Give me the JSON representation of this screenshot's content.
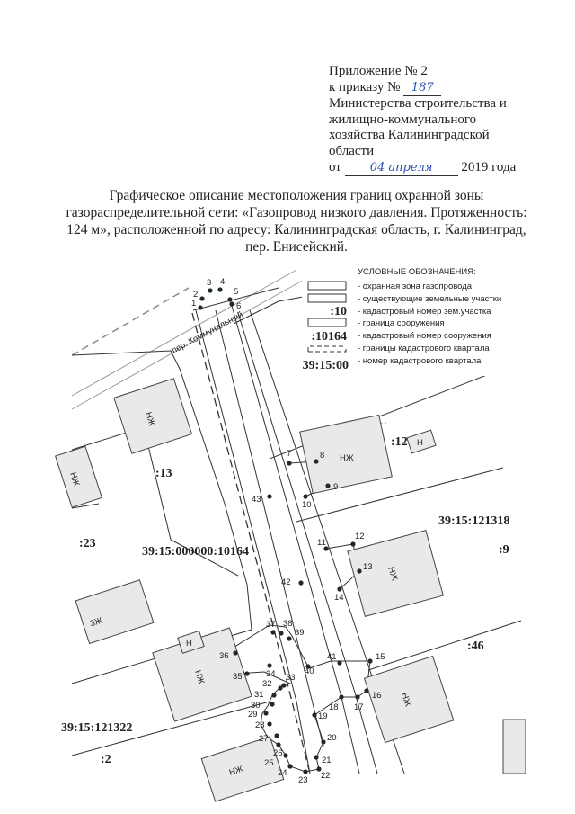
{
  "header": {
    "line1": "Приложение № 2",
    "line2_prefix": "к приказу №",
    "order_number": "187",
    "line3": "Министерства строительства и",
    "line4": "жилищно-коммунального",
    "line5": "хозяйства Калининградской",
    "line6": "области",
    "date_prefix": "от",
    "date_handwritten": "04 апреля",
    "date_suffix": "2019 года"
  },
  "title": "Графическое описание местоположения границ охранной зоны газораспределительной сети: «Газопровод низкого давления. Протяженность: 124 м», расположенной по адресу: Калининградская область, г. Калининград, пер. Енисейский.",
  "legend": {
    "heading": "УСЛОВНЫЕ ОБОЗНАЧЕНИЯ:",
    "items": [
      {
        "symbol": "",
        "label": "- охранная зона газопровода"
      },
      {
        "symbol": "",
        "label": "- существующие земельные участки"
      },
      {
        "symbol": ":10",
        "label": "- кадастровый номер зем.участка"
      },
      {
        "symbol": "",
        "label": "- граница сооружения"
      },
      {
        "symbol": ":10164",
        "label": "- кадастровый номер сооружения"
      },
      {
        "symbol": "",
        "label": "- границы кадастрового квартала"
      },
      {
        "symbol": "39:15:00",
        "label": "- номер кадастрового квартала"
      }
    ]
  },
  "map": {
    "street": "пер. Коммунальный",
    "parcels": [
      ":12",
      ":13",
      ":23",
      ":9",
      ":46",
      ":2"
    ],
    "quarters": [
      "39:15:121318",
      "39:15:121322"
    ],
    "structure": "39:15:000000:10164",
    "buildings": [
      "НЖ",
      "НЖ",
      "НЖ",
      "НЖ",
      "НЖ",
      "НЖ",
      "НЖ",
      "Н",
      "Н",
      "3Ж"
    ],
    "points": [
      "1",
      "2",
      "3",
      "4",
      "5",
      "6",
      "7",
      "8",
      "9",
      "10",
      "11",
      "12",
      "13",
      "14",
      "15",
      "16",
      "17",
      "18",
      "19",
      "20",
      "21",
      "22",
      "23",
      "24",
      "25",
      "26",
      "27",
      "28",
      "29",
      "30",
      "31",
      "32",
      "33",
      "34",
      "35",
      "36",
      "37",
      "38",
      "39",
      "40",
      "41",
      "42",
      "43"
    ]
  }
}
